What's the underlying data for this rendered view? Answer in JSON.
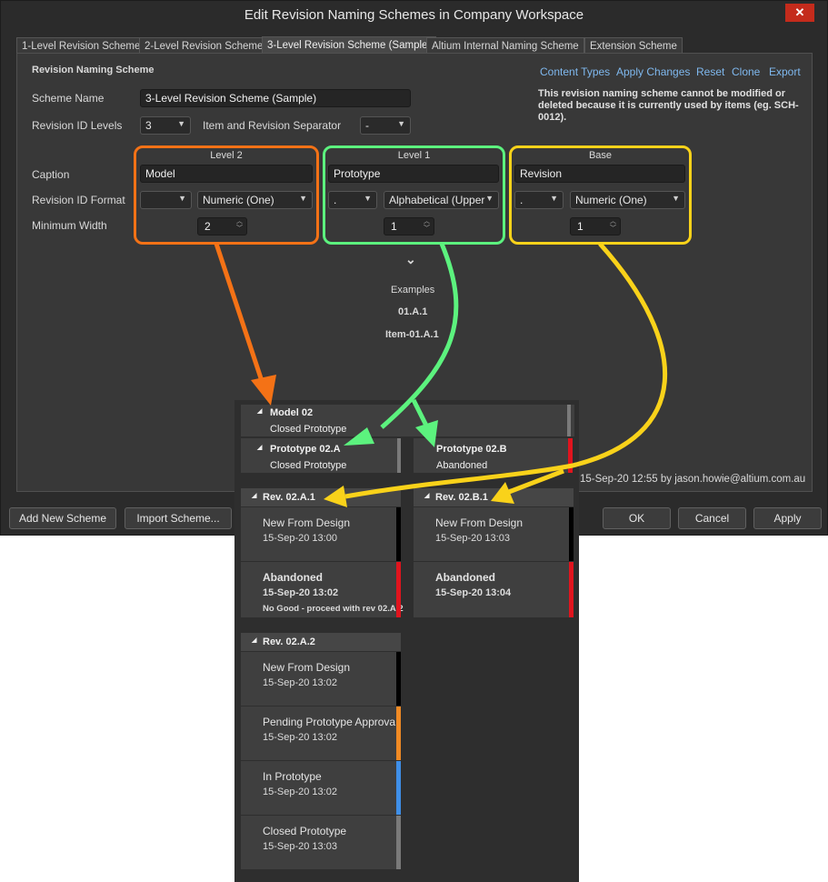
{
  "window": {
    "title": "Edit Revision Naming Schemes in Company Workspace",
    "close_glyph": "✕"
  },
  "tabs": [
    "1-Level Revision Scheme",
    "2-Level Revision Scheme",
    "3-Level Revision Scheme (Sample)",
    "Altium Internal Naming Scheme",
    "Extension Scheme"
  ],
  "scheme": {
    "section_title": "Revision Naming Scheme",
    "name_label": "Scheme Name",
    "name_value": "3-Level Revision Scheme (Sample)",
    "levels_label": "Revision ID Levels",
    "levels_value": "3",
    "separator_label": "Item and Revision Separator",
    "separator_value": "-"
  },
  "links": {
    "content_types": "Content Types",
    "apply_changes": "Apply Changes",
    "reset": "Reset",
    "clone": "Clone",
    "export": "Export"
  },
  "note": "This revision naming scheme cannot be modified or deleted because it is currently used by items (eg. SCH-0012).",
  "row_labels": {
    "caption": "Caption",
    "format": "Revision ID Format",
    "width": "Minimum Width"
  },
  "levels": [
    {
      "title": "Level 2",
      "caption": "Model",
      "separator": "",
      "format": "Numeric (One)",
      "min_width": "2",
      "color": "#f47216"
    },
    {
      "title": "Level 1",
      "caption": "Prototype",
      "separator": ".",
      "format": "Alphabetical (Upper",
      "min_width": "1",
      "color": "#5cf27e"
    },
    {
      "title": "Base",
      "caption": "Revision",
      "separator": ".",
      "format": "Numeric (One)",
      "min_width": "1",
      "color": "#f9d21a"
    }
  ],
  "examples": {
    "chevron": "⌄",
    "label": "Examples",
    "ex1": "01.A.1",
    "ex2": "Item-01.A.1"
  },
  "footer_status": "15-Sep-20 12:55 by jason.howie@altium.com.au",
  "buttons": {
    "add": "Add New Scheme",
    "import": "Import Scheme...",
    "ok": "OK",
    "cancel": "Cancel",
    "apply": "Apply"
  },
  "tree": {
    "model": {
      "title": "Model 02",
      "state": "Closed Prototype"
    },
    "proto_a": {
      "title": "Prototype 02.A",
      "state": "Closed Prototype"
    },
    "proto_b": {
      "title": "Prototype 02.B",
      "state": "Abandoned"
    },
    "rev_a1": {
      "title": "Rev. 02.A.1",
      "cards": [
        {
          "state": "New From Design",
          "date": "15-Sep-20 13:00",
          "note": "",
          "bar": "#000000"
        },
        {
          "state": "Abandoned",
          "date": "15-Sep-20 13:02",
          "note": "No Good - proceed with rev 02.A.2",
          "bar": "#e0141e"
        }
      ]
    },
    "rev_b1": {
      "title": "Rev. 02.B.1",
      "cards": [
        {
          "state": "New From Design",
          "date": "15-Sep-20 13:03",
          "note": "",
          "bar": "#000000"
        },
        {
          "state": "Abandoned",
          "date": "15-Sep-20 13:04",
          "note": "",
          "bar": "#e0141e"
        }
      ]
    },
    "rev_a2": {
      "title": "Rev. 02.A.2",
      "cards": [
        {
          "state": "New From Design",
          "date": "15-Sep-20 13:02",
          "bar": "#000000"
        },
        {
          "state": "Pending Prototype Approva",
          "date": "15-Sep-20 13:02",
          "bar": "#f08a24"
        },
        {
          "state": "In Prototype",
          "date": "15-Sep-20 13:02",
          "bar": "#3f8fe8"
        },
        {
          "state": "Closed Prototype",
          "date": "15-Sep-20 13:03",
          "bar": "#7a7a7a"
        }
      ]
    }
  },
  "icons": {
    "tree_expand": "triangle-expanded-icon",
    "dropdown": "chevron-down-icon",
    "spinner": "spinner-icon"
  }
}
